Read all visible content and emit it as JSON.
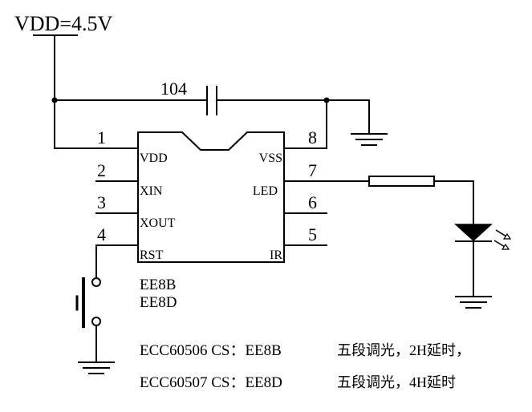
{
  "supply_label": "VDD=4.5V",
  "capacitor_label": "104",
  "chip": {
    "left_pins": [
      {
        "number": "1",
        "name": "VDD"
      },
      {
        "number": "2",
        "name": "XIN"
      },
      {
        "number": "3",
        "name": "XOUT"
      },
      {
        "number": "4",
        "name": "RST"
      }
    ],
    "right_pins": [
      {
        "number": "8",
        "name": "VSS"
      },
      {
        "number": "7",
        "name": "LED"
      },
      {
        "number": "6",
        "name": ""
      },
      {
        "number": "5",
        "name": "IR"
      }
    ],
    "part_names": [
      "EE8B",
      "EE8D"
    ]
  },
  "notes": [
    {
      "code": "ECC60506 CS：EE8B",
      "desc": "五段调光，2H延时，"
    },
    {
      "code": "ECC60507 CS：EE8D",
      "desc": "五段调光，4H延时"
    }
  ]
}
